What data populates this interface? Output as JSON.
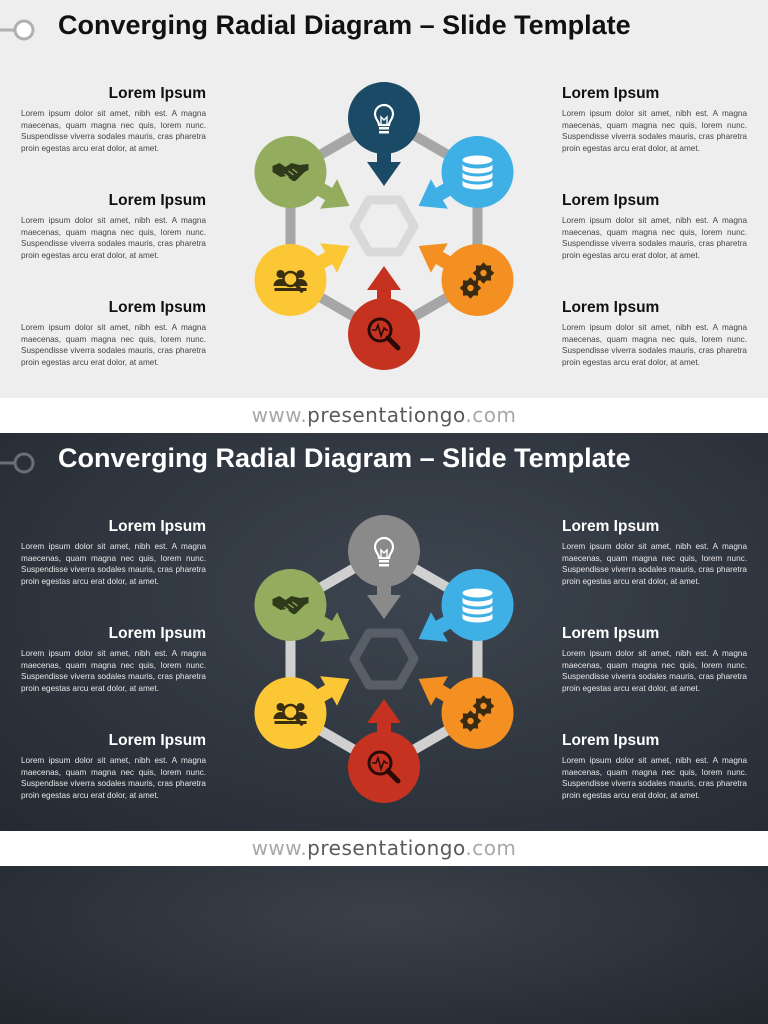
{
  "title": "Converging Radial Diagram – Slide Template",
  "footer": {
    "prefix": "www.",
    "brand": "presentationgo",
    "suffix": ".com"
  },
  "blocks": [
    {
      "side": "left",
      "heading": "Lorem Ipsum",
      "body": "Lorem ipsum dolor sit amet, nibh est. A magna maecenas, quam magna nec quis, lorem nunc. Suspendisse viverra sodales mauris, cras pharetra proin egestas arcu erat dolor, at amet."
    },
    {
      "side": "left",
      "heading": "Lorem Ipsum",
      "body": "Lorem ipsum dolor sit amet, nibh est. A magna maecenas, quam magna nec quis, lorem nunc. Suspendisse viverra sodales mauris, cras pharetra proin egestas arcu erat dolor, at amet."
    },
    {
      "side": "left",
      "heading": "Lorem Ipsum",
      "body": "Lorem ipsum dolor sit amet, nibh est. A magna maecenas, quam magna nec quis, lorem nunc. Suspendisse viverra sodales mauris, cras pharetra proin egestas arcu erat dolor, at amet."
    },
    {
      "side": "right",
      "heading": "Lorem Ipsum",
      "body": "Lorem ipsum dolor sit amet, nibh est. A magna maecenas, quam magna nec quis, lorem nunc. Suspendisse viverra sodales mauris, cras pharetra proin egestas arcu erat dolor, at amet."
    },
    {
      "side": "right",
      "heading": "Lorem Ipsum",
      "body": "Lorem ipsum dolor sit amet, nibh est. A magna maecenas, quam magna nec quis, lorem nunc. Suspendisse viverra sodales mauris, cras pharetra proin egestas arcu erat dolor, at amet."
    },
    {
      "side": "right",
      "heading": "Lorem Ipsum",
      "body": "Lorem ipsum dolor sit amet, nibh est. A magna maecenas, quam magna nec quis, lorem nunc. Suspendisse viverra sodales mauris, cras pharetra proin egestas arcu erat dolor, at amet."
    }
  ],
  "nodes": [
    {
      "position": "top",
      "icon": "lightbulb-icon",
      "color_light": "#1b4a66",
      "color_dark": "#8a8a8a"
    },
    {
      "position": "top-right",
      "icon": "database-icon",
      "color_light": "#3fb0e6",
      "color_dark": "#3fb0e6"
    },
    {
      "position": "bottom-right",
      "icon": "gears-icon",
      "color_light": "#f39021",
      "color_dark": "#f39021"
    },
    {
      "position": "bottom",
      "icon": "magnifier-chart-icon",
      "color_light": "#c63220",
      "color_dark": "#c63220"
    },
    {
      "position": "bottom-left",
      "icon": "people-search-icon",
      "color_light": "#fcc735",
      "color_dark": "#fcc735"
    },
    {
      "position": "top-left",
      "icon": "handshake-icon",
      "color_light": "#93ac5d",
      "color_dark": "#93ac5d"
    }
  ],
  "colors": {
    "ring_light": "#a6a6a6",
    "ring_dark": "#d0d0d0",
    "hub_light": "#d9d9d9",
    "hub_dark": "#585f68"
  }
}
